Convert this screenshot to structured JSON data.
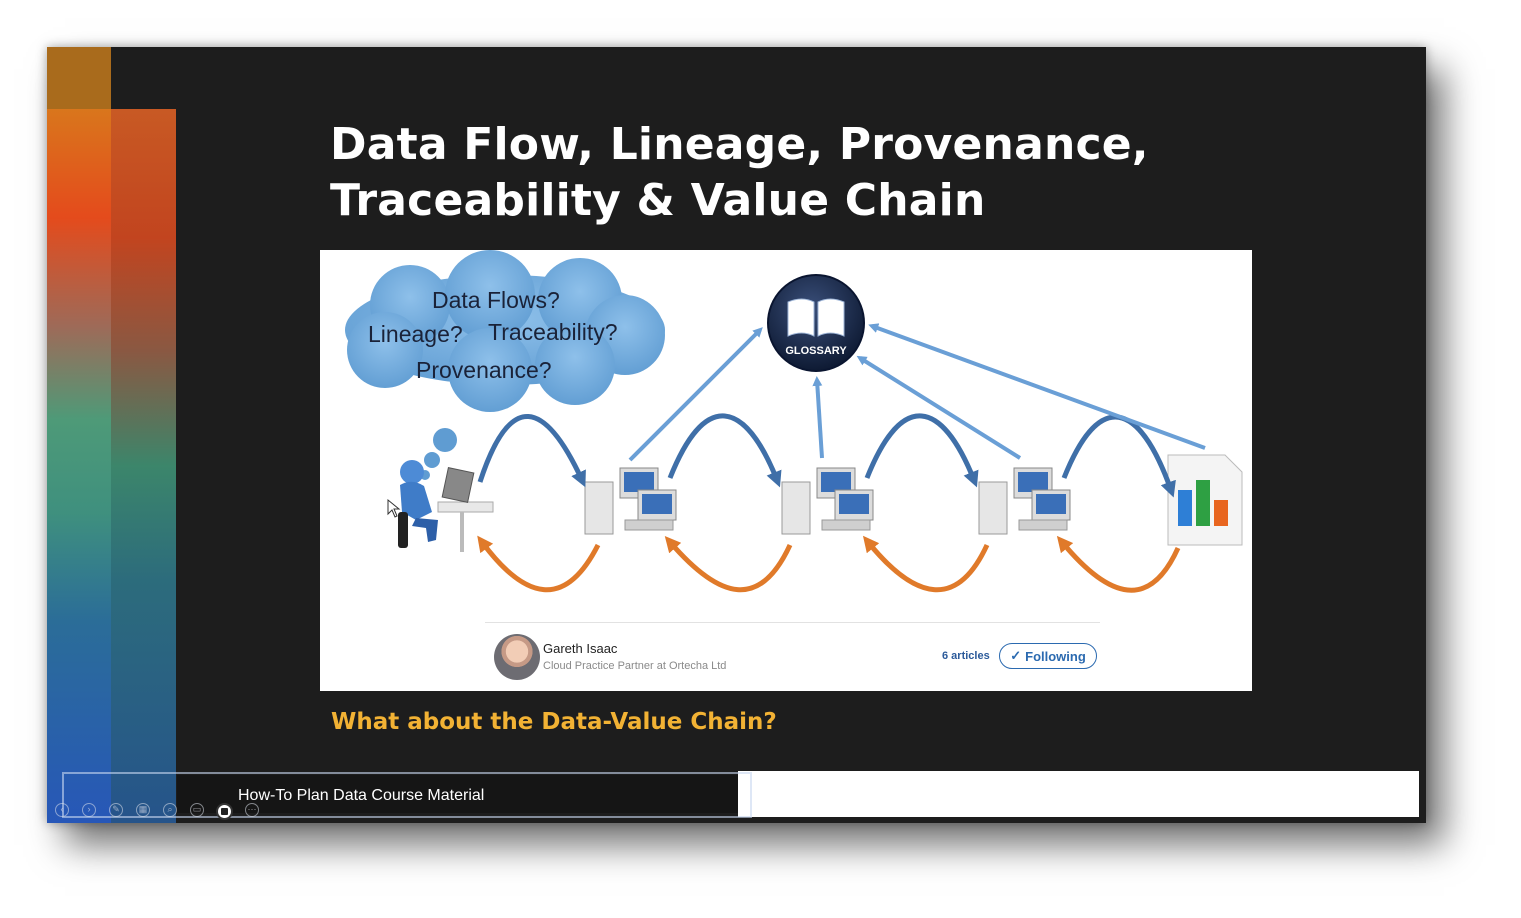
{
  "slide": {
    "title_line1": "Data Flow, Lineage, Provenance,",
    "title_line2": "Traceability & Value Chain",
    "subtitle": "What about the Data-Value Chain?"
  },
  "diagram": {
    "cloud_line1": "Data Flows?",
    "cloud_line2a": "Lineage?",
    "cloud_line2b": "Traceability?",
    "cloud_line3": "Provenance?",
    "glossary_label": "GLOSSARY"
  },
  "article_footer": {
    "author_name": "Gareth Isaac",
    "author_title": "Cloud Practice Partner at Ortecha Ltd",
    "articles": "6 articles",
    "follow_label": "Following"
  },
  "player": {
    "caption": "How-To Plan Data Course Material"
  },
  "colors": {
    "background": "#1d1d1d",
    "title": "#ffffff",
    "subtitle": "#f2b234",
    "blue_arrow": "#6a9fd6",
    "orange_arrow": "#e07a2a"
  }
}
